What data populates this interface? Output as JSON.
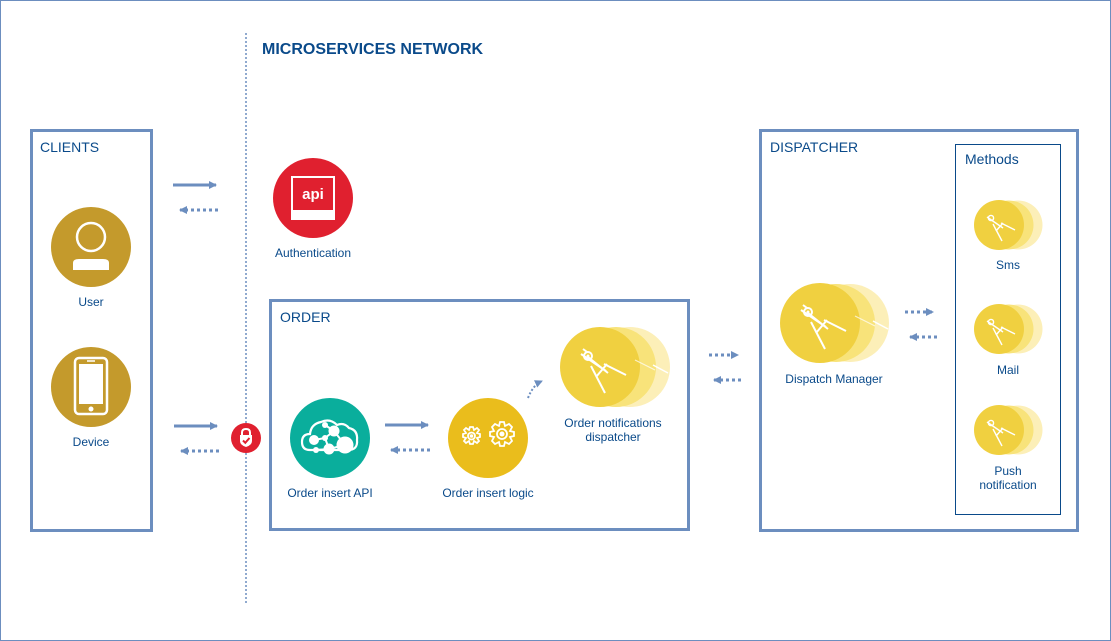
{
  "diagram": {
    "title": "MICROSERVICES NETWORK",
    "clients": {
      "heading": "CLIENTS",
      "user_label": "User",
      "device_label": "Device"
    },
    "authentication": {
      "badge_text": "api",
      "label": "Authentication"
    },
    "order": {
      "heading": "ORDER",
      "insert_api_label": "Order insert API",
      "insert_logic_label": "Order insert logic",
      "notifications_label_line1": "Order notifications",
      "notifications_label_line2": "dispatcher"
    },
    "dispatcher": {
      "heading": "DISPATCHER",
      "manager_label": "Dispatch Manager",
      "methods": {
        "heading": "Methods",
        "sms_label": "Sms",
        "mail_label": "Mail",
        "push_label_line1": "Push",
        "push_label_line2": "notification"
      }
    }
  },
  "colors": {
    "border_blue": "#6c8ebf",
    "text_blue": "#0a4a8a",
    "client_gold": "#c49a2c",
    "api_red": "#e0202f",
    "teal": "#0aae9c",
    "logic_yellow": "#eabd1c",
    "dispatch_yellow": "#f0d040"
  },
  "icons": {
    "user": "user-icon",
    "device": "smartphone-icon",
    "auth": "api-icon",
    "lock": "lock-shield-icon",
    "cloud": "cloud-network-icon",
    "gears": "gears-icon",
    "satellite": "satellite-dish-icon"
  }
}
